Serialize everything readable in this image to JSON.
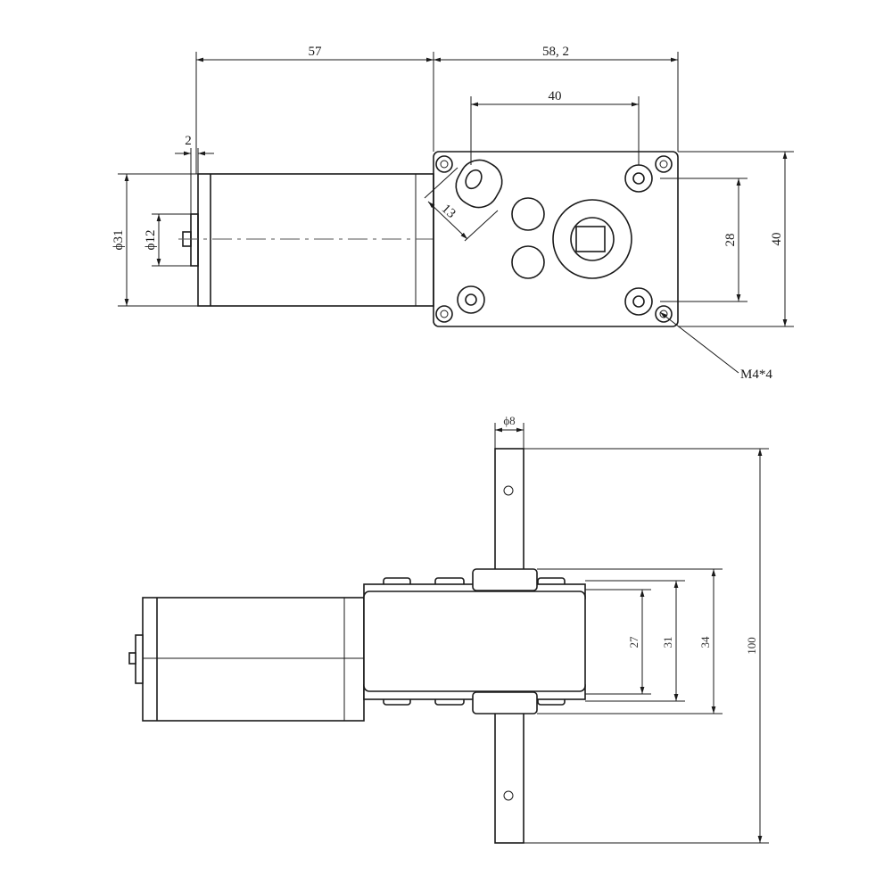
{
  "top_view": {
    "dimensions": {
      "motor_length": "57",
      "gearbox_length": "58, 2",
      "hole_spacing_horizontal": "40",
      "flange_thickness": "2",
      "motor_diameter": "ϕ31",
      "boss_diameter": "ϕ12",
      "slot": "13",
      "hole_spacing_vertical": "28",
      "gearbox_height": "40",
      "screw_callout": "M4*4"
    }
  },
  "side_view": {
    "dimensions": {
      "shaft_diameter": "ϕ8",
      "width_27": "27",
      "width_31": "31",
      "width_34": "34",
      "shaft_length": "100"
    }
  }
}
